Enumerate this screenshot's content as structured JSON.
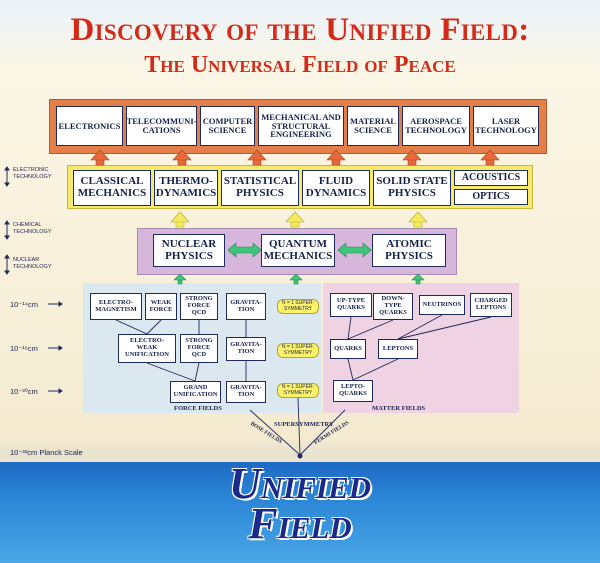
{
  "title": {
    "line1": "Discovery of the Unified Field:",
    "line2": "The Universal Field of Peace"
  },
  "applications": [
    "ELECTRONICS",
    "TELECOMMUNI-\nCATIONS",
    "COMPUTER\nSCIENCE",
    "MECHANICAL AND\nSTRUCTURAL\nENGINEERING",
    "MATERIAL\nSCIENCE",
    "AEROSPACE\nTECHNOLOGY",
    "LASER\nTECHNOLOGY"
  ],
  "classical": [
    "CLASSICAL\nMECHANICS",
    "THERMO-\nDYNAMICS",
    "STATISTICAL\nPHYSICS",
    "FLUID\nDYNAMICS",
    "SOLID STATE\nPHYSICS",
    "ACOUSTICS",
    "OPTICS"
  ],
  "quantum": [
    "NUCLEAR\nPHYSICS",
    "QUANTUM\nMECHANICS",
    "ATOMIC\nPHYSICS"
  ],
  "tech_labels": [
    "ELECTRONIC\nTECHNOLOGY",
    "CHEMICAL\nTECHNOLOGY",
    "NUCLEAR\nTECHNOLOGY"
  ],
  "scales": [
    "10⁻¹⁴cm",
    "10⁻¹⁶cm",
    "10⁻³⁰cm",
    "10⁻³³cm   Planck Scale"
  ],
  "forces": {
    "row1": [
      "ELECTRO-\nMAGNETISM",
      "WEAK\nFORCE",
      "STRONG\nFORCE\nQCD",
      "GRAVITA-\nTION"
    ],
    "row2": [
      "ELECTRO-\nWEAK\nUNIFICATION",
      "STRONG\nFORCE\nQCD",
      "GRAVITA-\nTION"
    ],
    "row3": [
      "GRAND\nUNIFICATION",
      "GRAVITA-\nTION"
    ]
  },
  "matter": {
    "row1": [
      "UP-TYPE\nQUARKS",
      "DOWN-\nTYPE\nQUARKS",
      "NEUTRINOS",
      "CHARGED\nLEPTONS"
    ],
    "row2": [
      "QUARKS",
      "LEPTONS"
    ],
    "row3": [
      "LEPTO-\nQUARKS"
    ]
  },
  "susy": [
    "N = 1 SUPER-\nSYMMETRY",
    "N = 1 SUPER-\nSYMMETRY",
    "N = 1 SUPER-\nSYMMETRY"
  ],
  "labels": {
    "force_fields": "FORCE FIELDS",
    "matter_fields": "MATTER FIELDS",
    "supersymmetry": "SUPERSYMMETRY",
    "bose": "BOSE FIELDS",
    "fermi": "FERMI FIELDS"
  },
  "unified": {
    "line1": "Unified",
    "line2": "Field"
  },
  "colors": {
    "title": "#d42a18",
    "orange_band": "#e47f4a",
    "yellow_band": "#f6e96c",
    "purple_band": "#d7b6dc",
    "arrow_green": "#3fc47a",
    "ocean": "#2a86d6"
  }
}
